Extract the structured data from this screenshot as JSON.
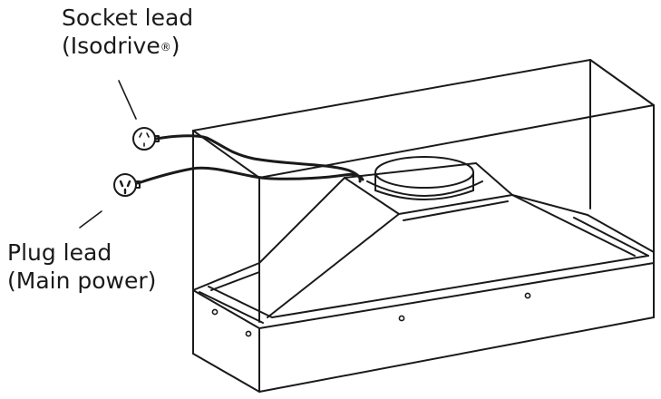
{
  "labels": {
    "socket_lead": {
      "line1": "Socket lead",
      "line2_prefix": "(Isodrive",
      "line2_mark": "®",
      "line2_suffix": ")"
    },
    "plug_lead": {
      "line1": "Plug lead",
      "line2": "(Main power)"
    }
  },
  "colors": {
    "stroke": "#1a1a1a",
    "background": "#ffffff"
  },
  "icons": {
    "socket": "power-socket-icon",
    "plug": "power-plug-icon"
  }
}
